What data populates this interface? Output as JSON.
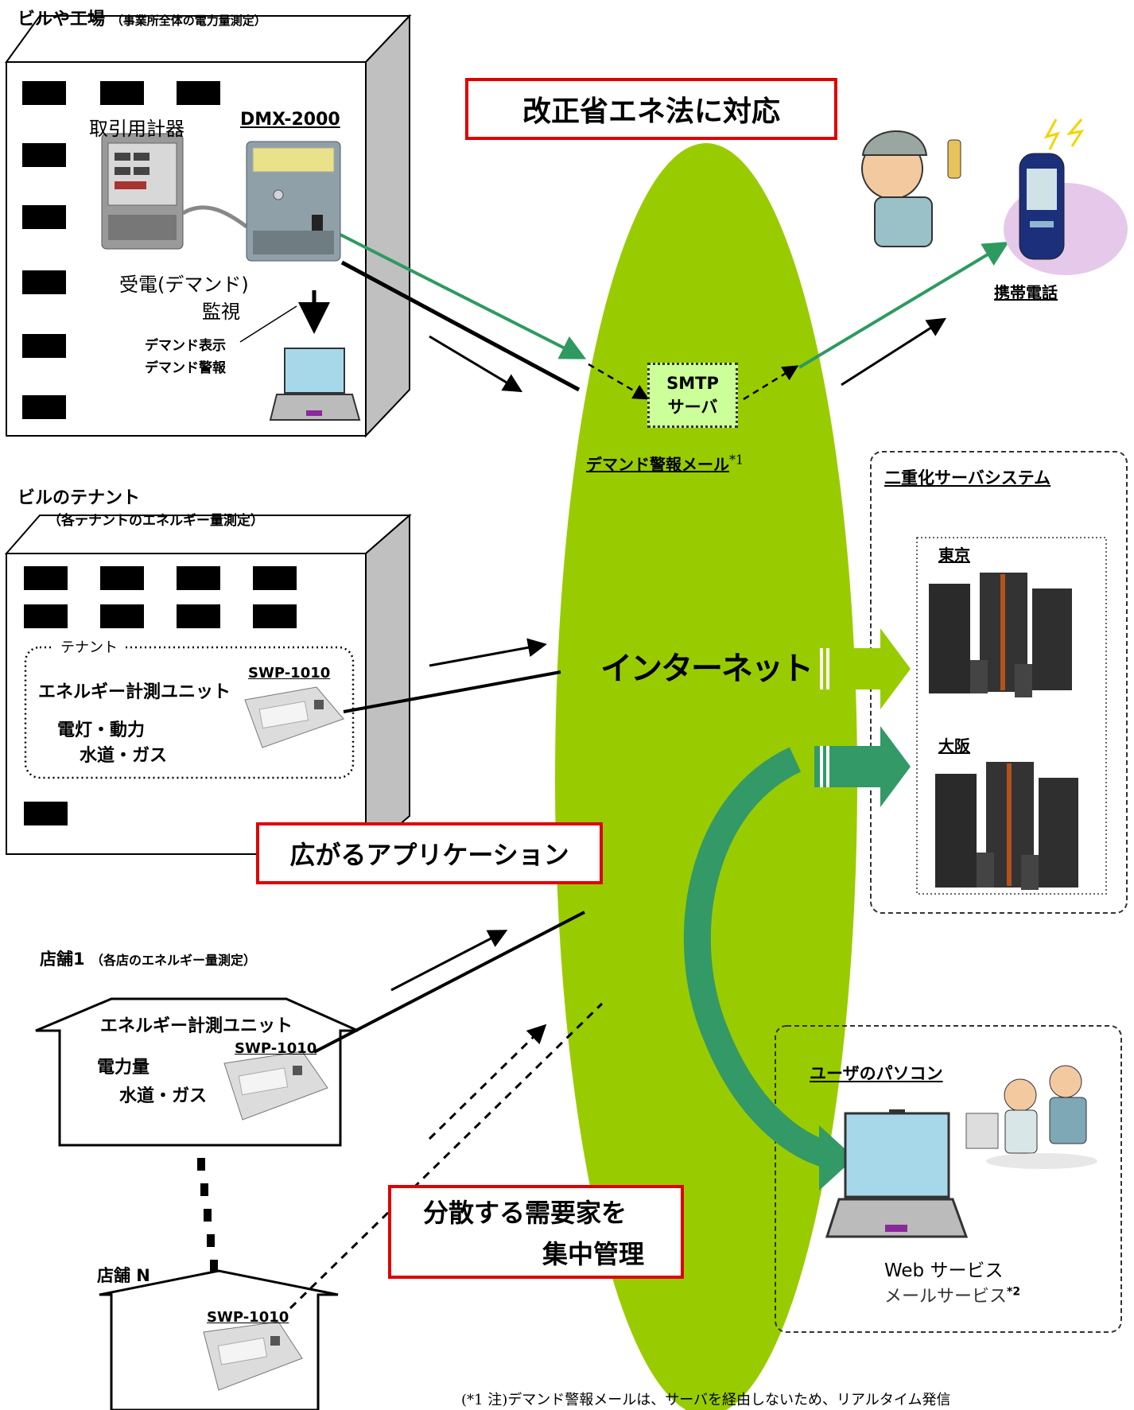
{
  "building": {
    "title": "ビルや工場",
    "subtitle": "（事業所全体の電力量測定）",
    "meter_label": "取引用計器",
    "device_label": "DMX-2000",
    "monitor_label_1": "受電(デマンド)",
    "monitor_label_2": "監視",
    "demand_display": "デマンド表示",
    "demand_alarm": "デマンド警報"
  },
  "law_box": "改正省エネ法に対応",
  "smtp": {
    "line1": "SMTP",
    "line2": "サーバ"
  },
  "demand_mail": {
    "label": "デマンド警報メール",
    "note": "*1"
  },
  "mobile": {
    "label": "携帯電話"
  },
  "tenant": {
    "title": "ビルのテナント",
    "subtitle": "（各テナントのエネルギー量測定）",
    "tenant_label": "テナント",
    "unit_label": "エネルギー計測ユニット",
    "device_label": "SWP-1010",
    "items_1": "電灯・動力",
    "items_2": "水道・ガス"
  },
  "internet": {
    "label": "インターネット"
  },
  "redundant": {
    "title": "二重化サーバシステム",
    "tokyo": "東京",
    "osaka": "大阪"
  },
  "apps_box": "広がるアプリケーション",
  "store1": {
    "title": "店舗1",
    "subtitle": "（各店のエネルギー量測定）",
    "unit_label": "エネルギー計測ユニット",
    "device_label": "SWP-1010",
    "items_1": "電力量",
    "items_2": "水道・ガス"
  },
  "central_box": {
    "line1": "分散する需要家を",
    "line2": "集中管理"
  },
  "storeN": {
    "title": "店舗 N",
    "device_label": "SWP-1010"
  },
  "user_pc": {
    "title": "ユーザのパソコン",
    "web_service": "Web サービス",
    "mail_service": "メールサービス",
    "mail_note": "*2"
  },
  "footnote": "(*1 注)デマンド警報メールは、サーバを経由しないため、リアルタイム発信",
  "colors": {
    "internet_green": "#99cc00",
    "dark_green": "#339966",
    "alert_red": "#e00000"
  }
}
